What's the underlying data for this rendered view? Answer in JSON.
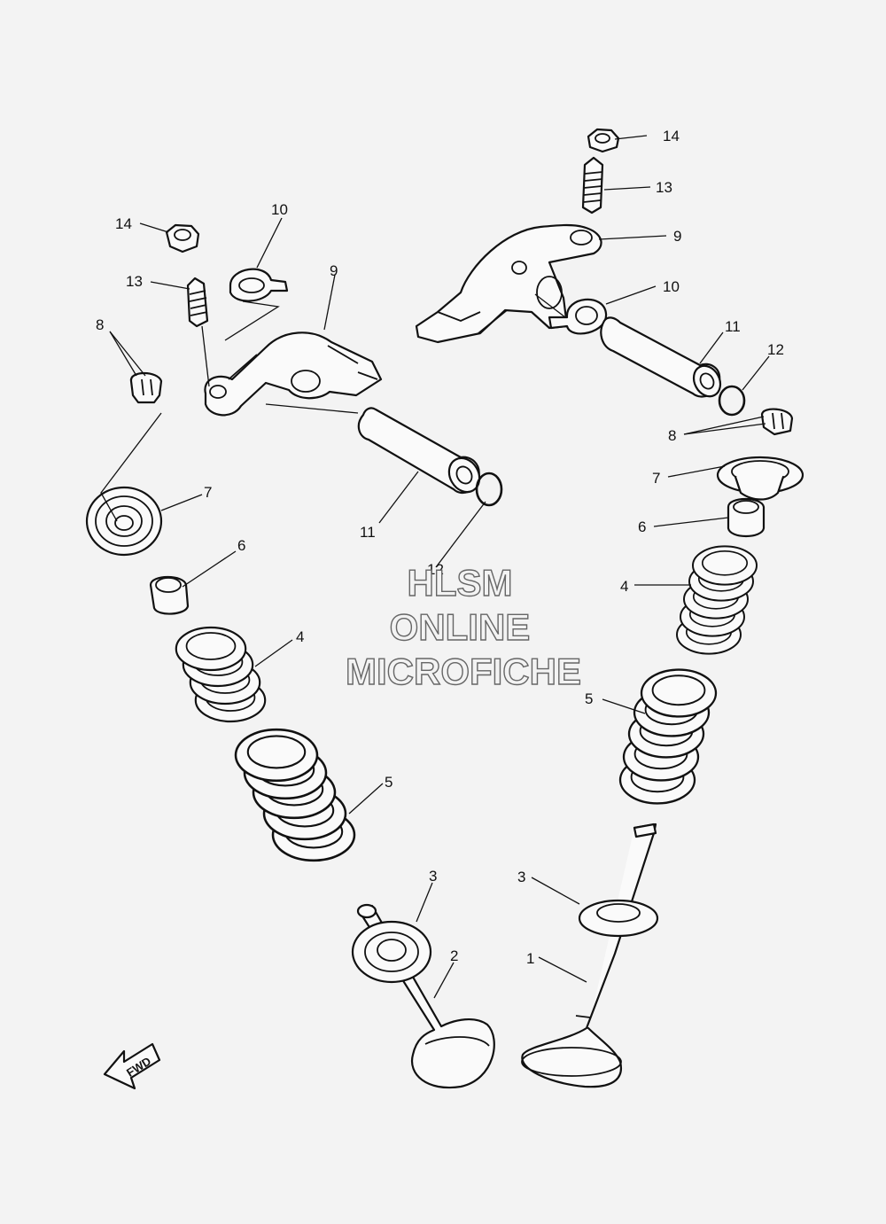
{
  "callouts": {
    "c1": "1",
    "c2": "2",
    "c3a": "3",
    "c3b": "3",
    "c4a": "4",
    "c4b": "4",
    "c5a": "5",
    "c5b": "5",
    "c6a": "6",
    "c6b": "6",
    "c7a": "7",
    "c7b": "7",
    "c8a": "8",
    "c8b": "8",
    "c9a": "9",
    "c9b": "9",
    "c10a": "10",
    "c10b": "10",
    "c11a": "11",
    "c11b": "11",
    "c12a": "12",
    "c12b": "12",
    "c13a": "13",
    "c13b": "13",
    "c14a": "14",
    "c14b": "14"
  },
  "watermark": {
    "line1": "HLSM",
    "line2": "ONLINE",
    "line3": "MICROFICHE"
  },
  "direction_arrow": {
    "label": "FWD"
  }
}
